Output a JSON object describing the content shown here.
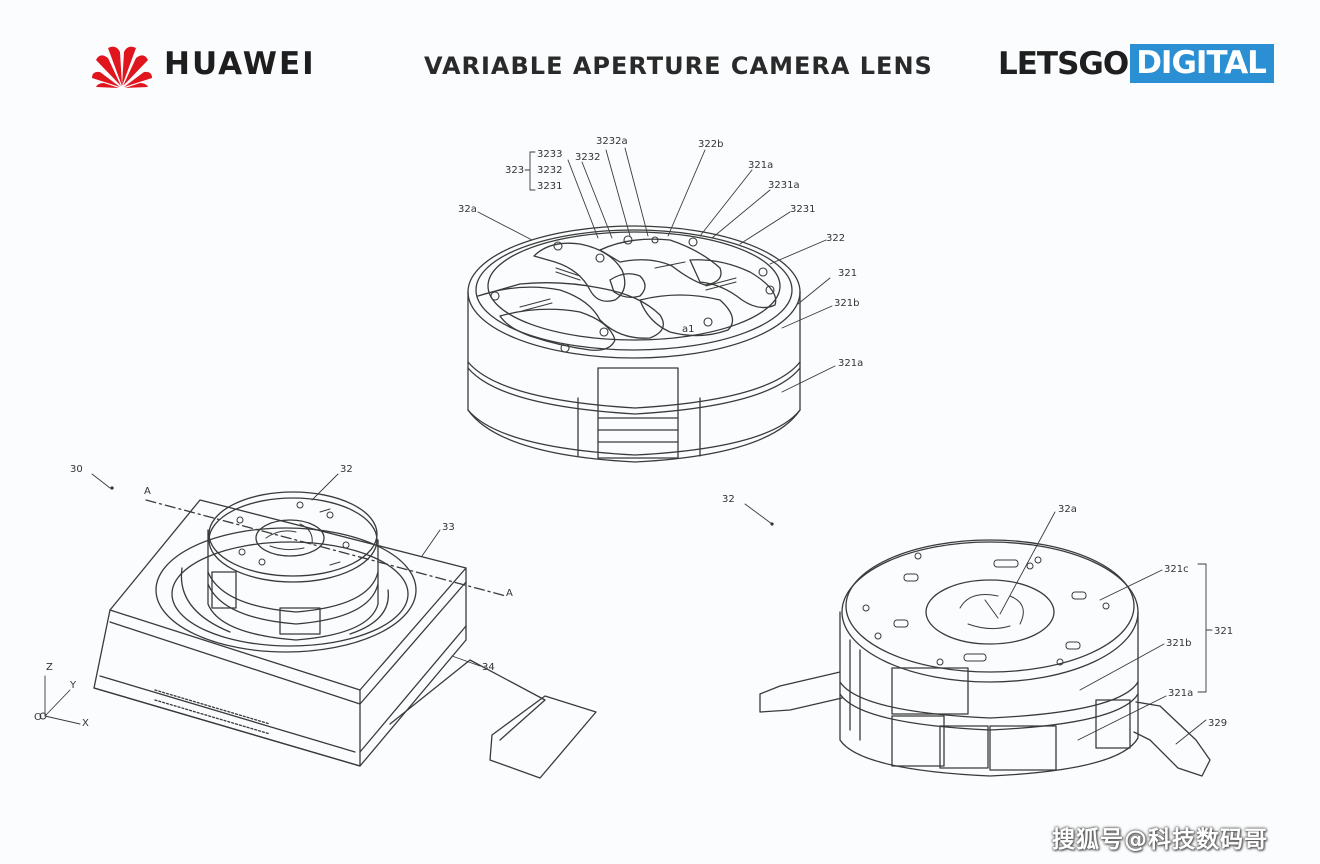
{
  "header": {
    "brand_left": "HUAWEI",
    "title": "VARIABLE APERTURE CAMERA LENS",
    "brand_right_part1": "LETSGO",
    "brand_right_part2": "DIGITAL",
    "huawei_color": "#e0151e",
    "digital_bg_color": "#2a8fd3"
  },
  "figures": {
    "top": {
      "labels": {
        "group_main": "323",
        "g1": "3233",
        "g2": "3232",
        "g3": "3231",
        "l3232": "3232",
        "l3232a": "3232a",
        "l322b": "322b",
        "l321a_top": "321a",
        "l3231a": "3231a",
        "l3231": "3231",
        "l322": "322",
        "l32a": "32a",
        "l321": "321",
        "l321b": "321b",
        "l321a": "321a",
        "l_a1": "a1"
      }
    },
    "left": {
      "labels": {
        "l30": "30",
        "l32": "32",
        "l33": "33",
        "l34": "34",
        "axisA1": "A",
        "axisA2": "A",
        "ax_z": "Z",
        "ax_y": "Y",
        "ax_x": "X",
        "ax_o": "O"
      }
    },
    "right": {
      "labels": {
        "l32": "32",
        "l32a": "32a",
        "l321c": "321c",
        "l321": "321",
        "l321b": "321b",
        "l321a": "321a",
        "l329": "329"
      }
    }
  },
  "watermark": "搜狐号@科技数码哥"
}
